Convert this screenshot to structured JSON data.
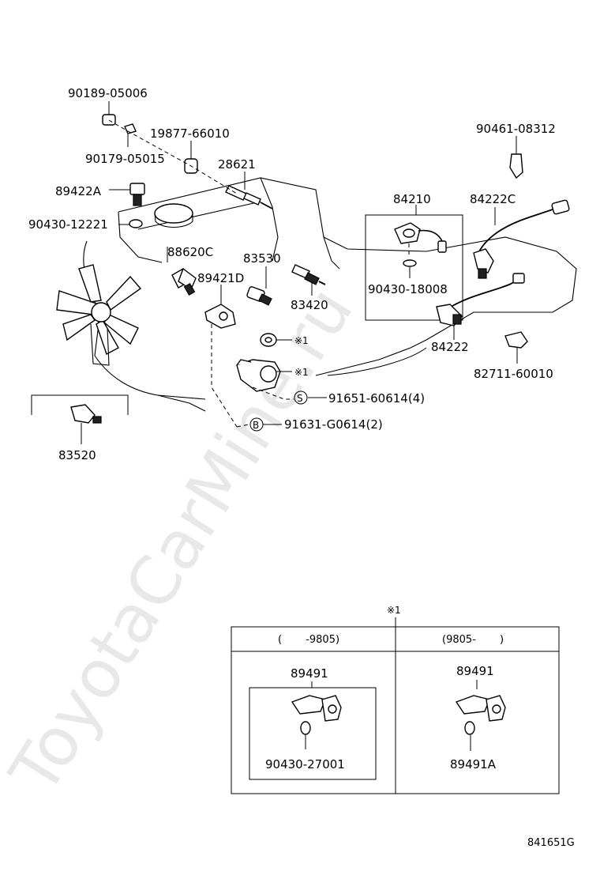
{
  "watermark": "ToyotaCarMine.ru",
  "diagram_code": "841651G",
  "parts": {
    "p90189_05006": "90189-05006",
    "p19877_66010": "19877-66010",
    "p90179_05015": "90179-05015",
    "p28621": "28621",
    "p89422A": "89422A",
    "p90430_12221": "90430-12221",
    "p88620C": "88620C",
    "p83530": "83530",
    "p89421D": "89421D",
    "p83420": "83420",
    "p84210": "84210",
    "p84222C": "84222C",
    "p90461_08312": "90461-08312",
    "p90430_18008": "90430-18008",
    "p84222": "84222",
    "p82711_60010": "82711-60010",
    "p91651_60614": "91651-60614(4)",
    "p91631_G0614": "91631-G0614(2)",
    "p83520": "83520"
  },
  "markers": {
    "ref1": "※1",
    "bolt_s": "S",
    "bolt_b": "B"
  },
  "table": {
    "ref": "※1",
    "col1_header": "(　　 -9805)",
    "col2_header": "(9805-　　 )",
    "col1_part": "89491",
    "col1_sub": "90430-27001",
    "col2_part": "89491",
    "col2_sub": "89491A"
  }
}
